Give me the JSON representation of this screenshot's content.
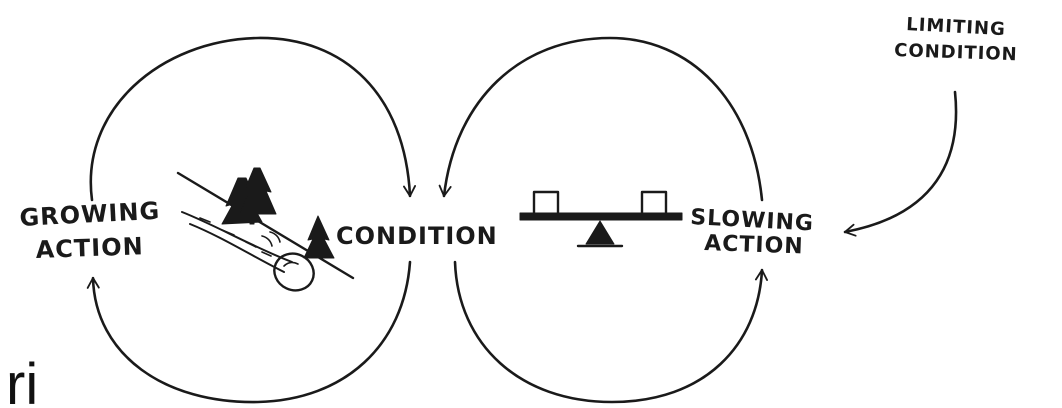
{
  "labels": {
    "growing_line1": "GROWING",
    "growing_line2": "ACTION",
    "condition": "CONDITION",
    "slowing_line1": "SLOWING",
    "slowing_line2": "ACTION",
    "limiting_line1": "LIMITING",
    "limiting_line2": "CONDITION"
  },
  "corner_fragment": "ri",
  "colors": {
    "ink": "#1a1a1a",
    "background": "#ffffff"
  },
  "icons": {
    "left_illustration": "snowball-rolling-downhill",
    "right_illustration": "seesaw-balance"
  }
}
